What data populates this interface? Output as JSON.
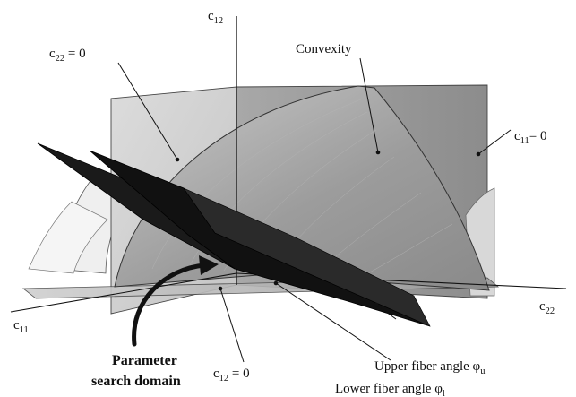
{
  "labels": {
    "c12_axis": {
      "base": "c",
      "sub": "12"
    },
    "c11_axis": {
      "base": "c",
      "sub": "11"
    },
    "c22_axis": {
      "base": "c",
      "sub": "22"
    },
    "c22_zero": {
      "base": "c",
      "sub": "22",
      "suffix": " = 0"
    },
    "c11_zero": {
      "base": "c",
      "sub": "11",
      "suffix": "= 0"
    },
    "c12_zero": {
      "base": "c",
      "sub": "12",
      "suffix": " = 0"
    },
    "convexity": "Convexity",
    "parameter_line1": "Parameter",
    "parameter_line2": "search domain",
    "upper_fiber": {
      "base": "Upper fiber angle φ",
      "sub": "u"
    },
    "lower_fiber": {
      "base": "Lower fiber angle φ",
      "sub": "l"
    }
  },
  "colors": {
    "plane_light": "#e3e3e3",
    "plane_mid": "#bdbdbd",
    "plane_dark": "#8f8f8f",
    "convexity_fill": "#9a9a9a",
    "fiber_dark": "#141414",
    "line": "#111111"
  }
}
